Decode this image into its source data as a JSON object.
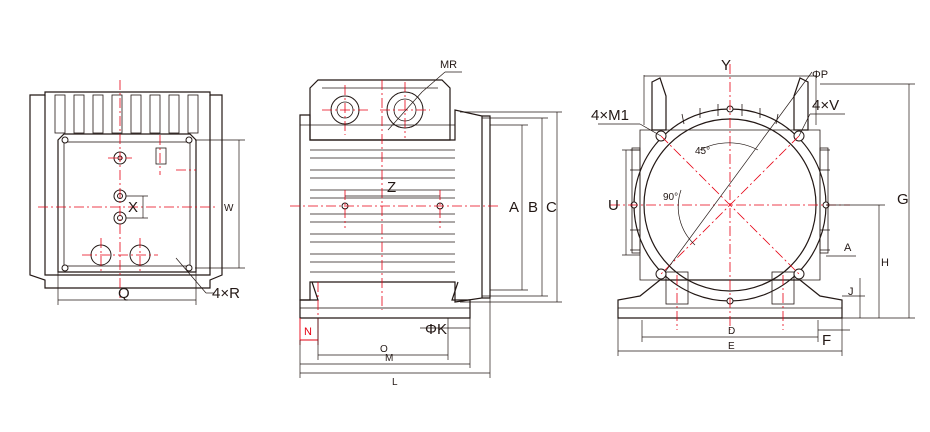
{
  "labels": {
    "Q": "Q",
    "W": "W",
    "X": "X",
    "R": "4×R",
    "MR": "MR",
    "Z": "Z",
    "A": "A",
    "B": "B",
    "C": "C",
    "N": "N",
    "K": "ΦK",
    "O": "O",
    "M": "M",
    "L": "L",
    "Y": "Y",
    "P": "ΦP",
    "M1": "4×M1",
    "V": "4×V",
    "U": "U",
    "ang45": "45°",
    "ang90": "90°",
    "A2": "A",
    "H": "H",
    "J": "J",
    "G": "G",
    "D": "D",
    "E": "E",
    "F": "F"
  },
  "colors": {
    "outline": "#231815",
    "centerline": "#e60012"
  }
}
